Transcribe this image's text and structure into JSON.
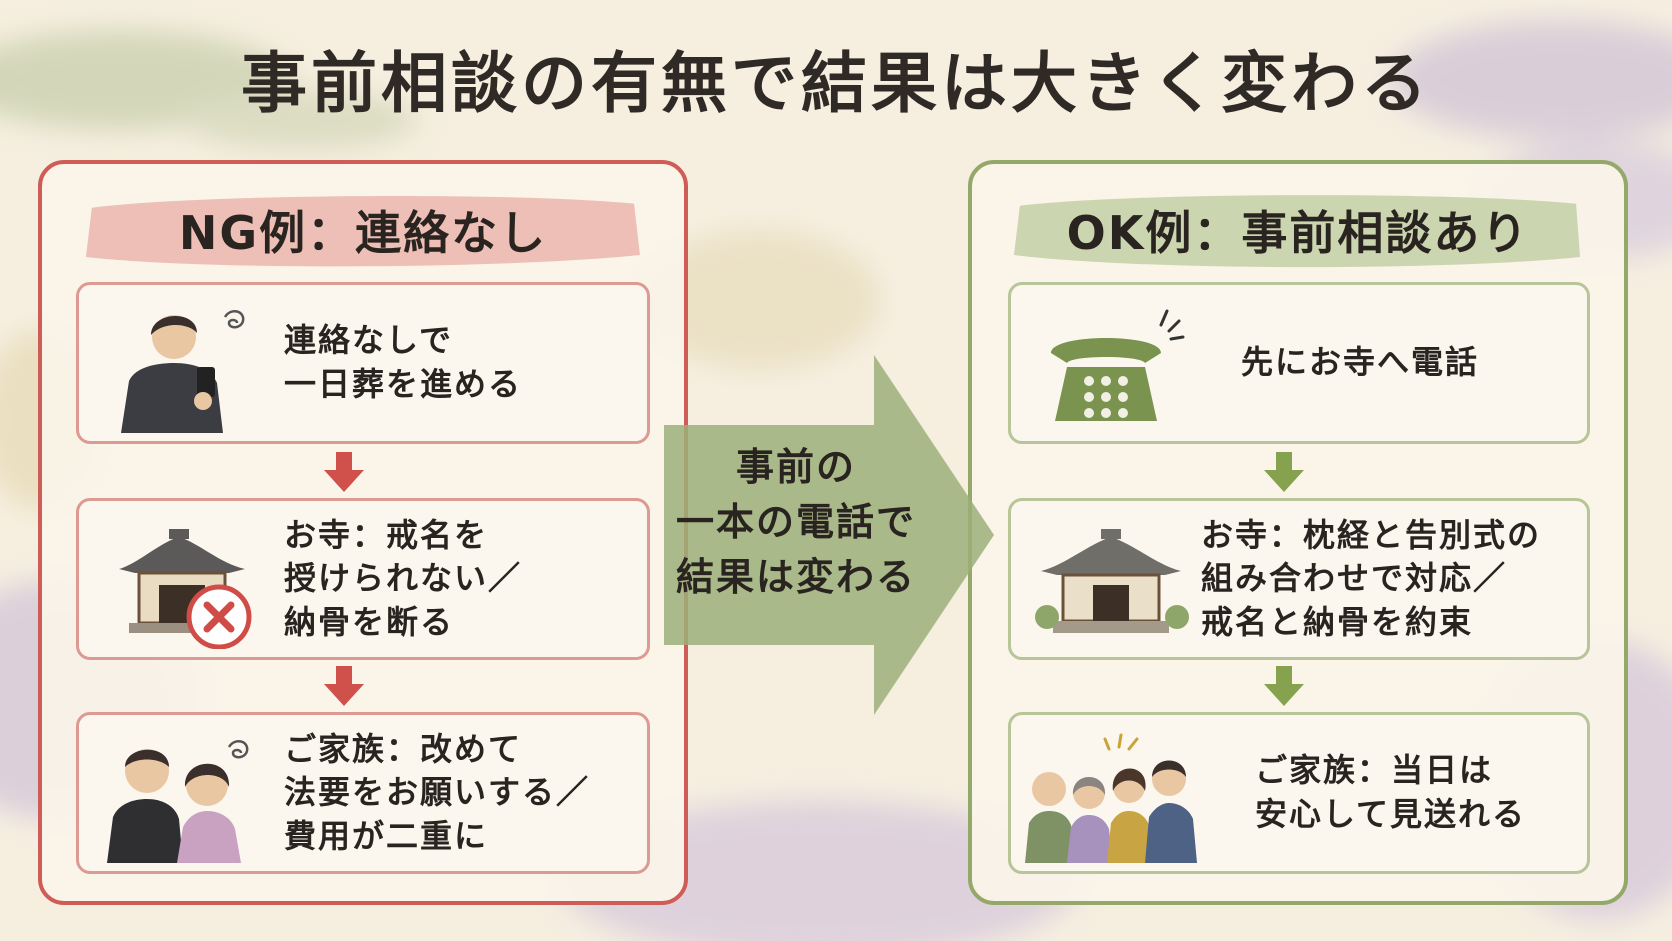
{
  "title": "事前相談の有無で結果は大きく変わる",
  "colors": {
    "ng_accent": "#cf5d57",
    "ok_accent": "#93a869",
    "arrow_green": "#9caf79",
    "ng_flow_arrow": "#d0514b",
    "ok_flow_arrow": "#86a24f"
  },
  "center": {
    "lines": [
      "事前の",
      "一本の電話で",
      "結果は変わる"
    ]
  },
  "ng": {
    "header": "NG例：連絡なし",
    "steps": [
      {
        "icon": "person-with-phone-icon",
        "lines": [
          "連絡なしで",
          "一日葬を進める"
        ]
      },
      {
        "icon": "temple-rejected-icon",
        "lines": [
          "お寺：戒名を",
          "授けられない／",
          "納骨を断る"
        ]
      },
      {
        "icon": "worried-couple-icon",
        "lines": [
          "ご家族：改めて",
          "法要をお願いする／",
          "費用が二重に"
        ]
      }
    ]
  },
  "ok": {
    "header": "OK例：事前相談あり",
    "steps": [
      {
        "icon": "ringing-telephone-icon",
        "lines": [
          "先にお寺へ電話"
        ]
      },
      {
        "icon": "temple-icon",
        "lines": [
          "お寺：枕経と告別式の",
          "組み合わせで対応／",
          "戒名と納骨を約束"
        ]
      },
      {
        "icon": "happy-family-icon",
        "lines": [
          "ご家族：当日は",
          "安心して見送れる"
        ]
      }
    ]
  }
}
